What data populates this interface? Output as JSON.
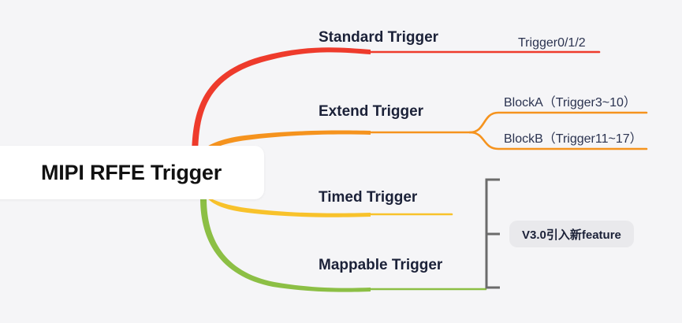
{
  "diagram": {
    "type": "mind-map",
    "background_color": "#f5f5f7",
    "root": {
      "label": "MIPI RFFE Trigger",
      "text_color": "#111111",
      "box_color": "#ffffff"
    },
    "branches": [
      {
        "id": "standard",
        "label": "Standard Trigger",
        "color": "#ee3b2c",
        "children": [
          {
            "id": "trigger012",
            "label": "Trigger0/1/2"
          }
        ]
      },
      {
        "id": "extend",
        "label": "Extend Trigger",
        "color": "#f5931e",
        "children": [
          {
            "id": "blocka",
            "label": "BlockA（Trigger3~10）"
          },
          {
            "id": "blockb",
            "label": "BlockB（Trigger11~17）"
          }
        ]
      },
      {
        "id": "timed",
        "label": "Timed Trigger",
        "color": "#f8c22b",
        "children": []
      },
      {
        "id": "mappable",
        "label": "Mappable Trigger",
        "color": "#8cbf45",
        "children": []
      }
    ],
    "annotation": {
      "bracket_color": "#6b6b6b",
      "note": "V3.0引入新feature",
      "note_bg": "#e9e9ec",
      "note_text_color": "#1b2138"
    }
  }
}
